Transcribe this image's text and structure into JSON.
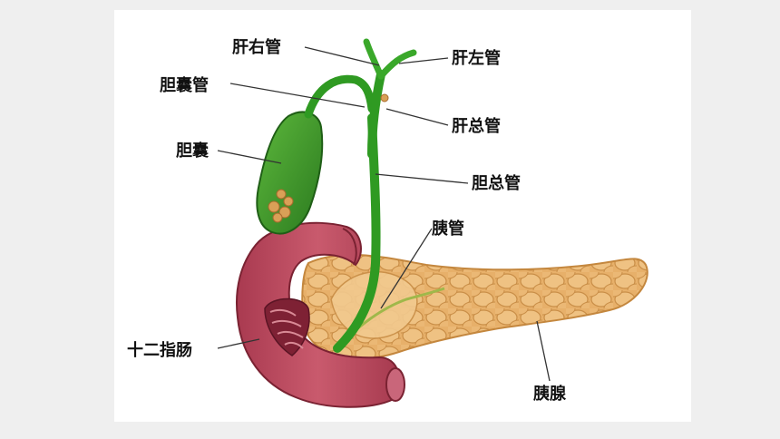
{
  "labels": {
    "right_hepatic_duct": "肝右管",
    "left_hepatic_duct": "肝左管",
    "cystic_duct": "胆囊管",
    "common_hepatic_duct": "肝总管",
    "gallbladder": "胆囊",
    "common_bile_duct": "胆总管",
    "pancreatic_duct": "胰管",
    "duodenum": "十二指肠",
    "pancreas": "胰腺"
  },
  "colors": {
    "background": "#efefef",
    "panel": "#ffffff",
    "bile_duct_green": "#2f9a22",
    "gallbladder_green": "#3f9a2c",
    "gallstone": "#d9a057",
    "duodenum_red": "#b9465a",
    "duodenum_inner": "#8a2436",
    "pancreas_tan": "#e8b26a"
  }
}
